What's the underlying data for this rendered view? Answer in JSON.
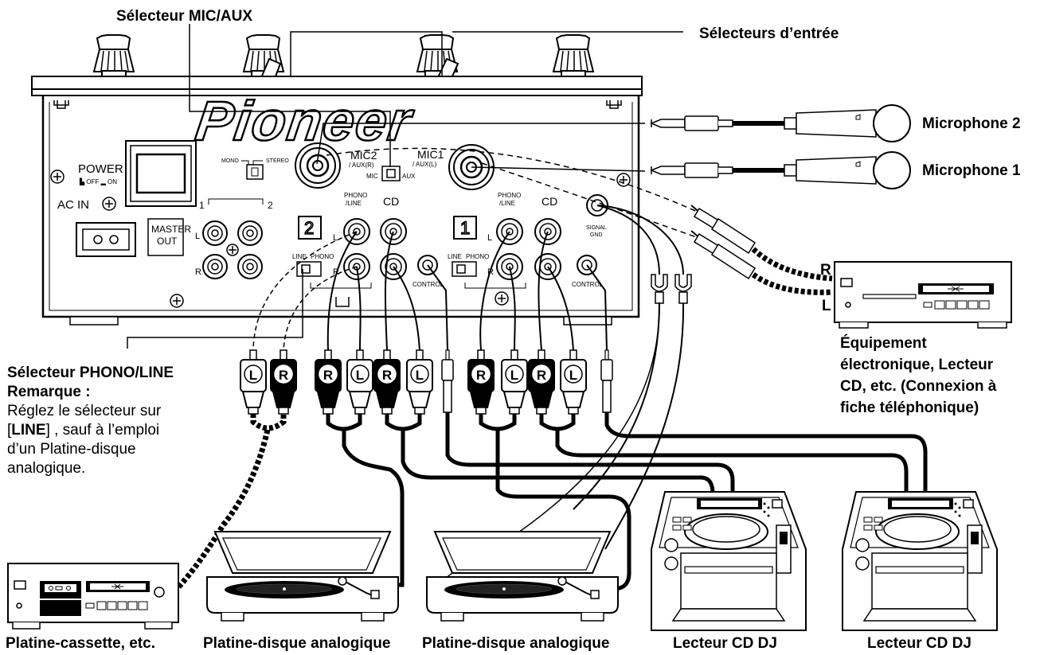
{
  "labels": {
    "mic_aux_selector": "Sélecteur MIC/AUX",
    "input_selectors": "Sélecteurs d’entrée",
    "microphone_2": "Microphone 2",
    "microphone_1": "Microphone 1",
    "equipment_caption": [
      "Équipement",
      "électronique, Lecteur",
      "CD, etc. (Connexion à",
      "fiche téléphonique)"
    ],
    "phono_line_selector": "Sélecteur PHONO/LINE",
    "remark_title": "Remarque :",
    "remark_lines": [
      "Réglez le sélecteur sur",
      "[",
      "LINE",
      "] , sauf à l’emploi",
      "d’un Platine-disque",
      "analogique."
    ],
    "bottom_cassette": "Platine-cassette, etc.",
    "bottom_turntable_1": "Platine-disque analogique",
    "bottom_turntable_2": "Platine-disque analogique",
    "bottom_cdj_1": "Lecteur CD DJ",
    "bottom_cdj_2": "Lecteur CD DJ",
    "channel_r": "R",
    "channel_l": "L"
  },
  "panel": {
    "brand": "Pioneer",
    "power": "POWER",
    "off_on": "▙ OFF ▂ ON",
    "ac_in": "AC IN",
    "master_out_1": "MASTER",
    "master_out_2": "OUT",
    "mono": "MONO",
    "stereo": "STEREO",
    "num_1": "1",
    "num_2": "2",
    "l": "L",
    "r": "R",
    "mic2_1": "MIC2",
    "mic2_2": "/ AUX(R)",
    "mic1_1": "MIC1",
    "mic1_2": "/ AUX(L)",
    "mic": "MIC",
    "aux": "AUX",
    "phono": "PHONO",
    "line": "/LINE",
    "cd": "CD",
    "line_sel": "LINE",
    "phono_sel": "PHONO",
    "control": "CONTROL",
    "signal": "SIGNAL",
    "gnd": "GND",
    "ch2": "2",
    "ch1": "1"
  },
  "plugs": {
    "r": "R",
    "l": "L"
  }
}
